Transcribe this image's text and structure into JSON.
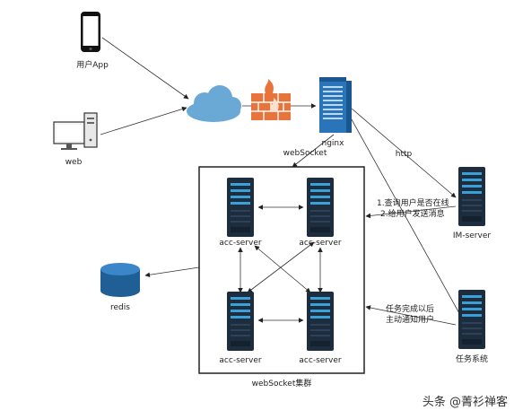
{
  "nodes": {
    "user_app": "用户App",
    "web": "web",
    "nginx": "nginx",
    "websocket": "webSocket",
    "http": "http",
    "im_server": "IM-server",
    "task_system": "任务系统",
    "redis": "redis",
    "acc_server_1": "acc-server",
    "acc_server_2": "acc-server",
    "acc_server_3": "acc-server",
    "acc_server_4": "acc-server",
    "cluster": "webSocket集群"
  },
  "annotations": {
    "query_1": "1.查询用户是否在线",
    "query_2": "2.给用户发送消息",
    "task_1": "任务完成以后",
    "task_2": "主动通知用户"
  },
  "watermark": "头条 @菁衫禅客",
  "colors": {
    "server_dark": "#1d2d3d",
    "server_accent": "#3aa0d8",
    "cloud": "#6aa9d6",
    "firewall": "#e8743b",
    "nginx_blue": "#2a74b9",
    "redis_blue": "#1f5f96"
  }
}
